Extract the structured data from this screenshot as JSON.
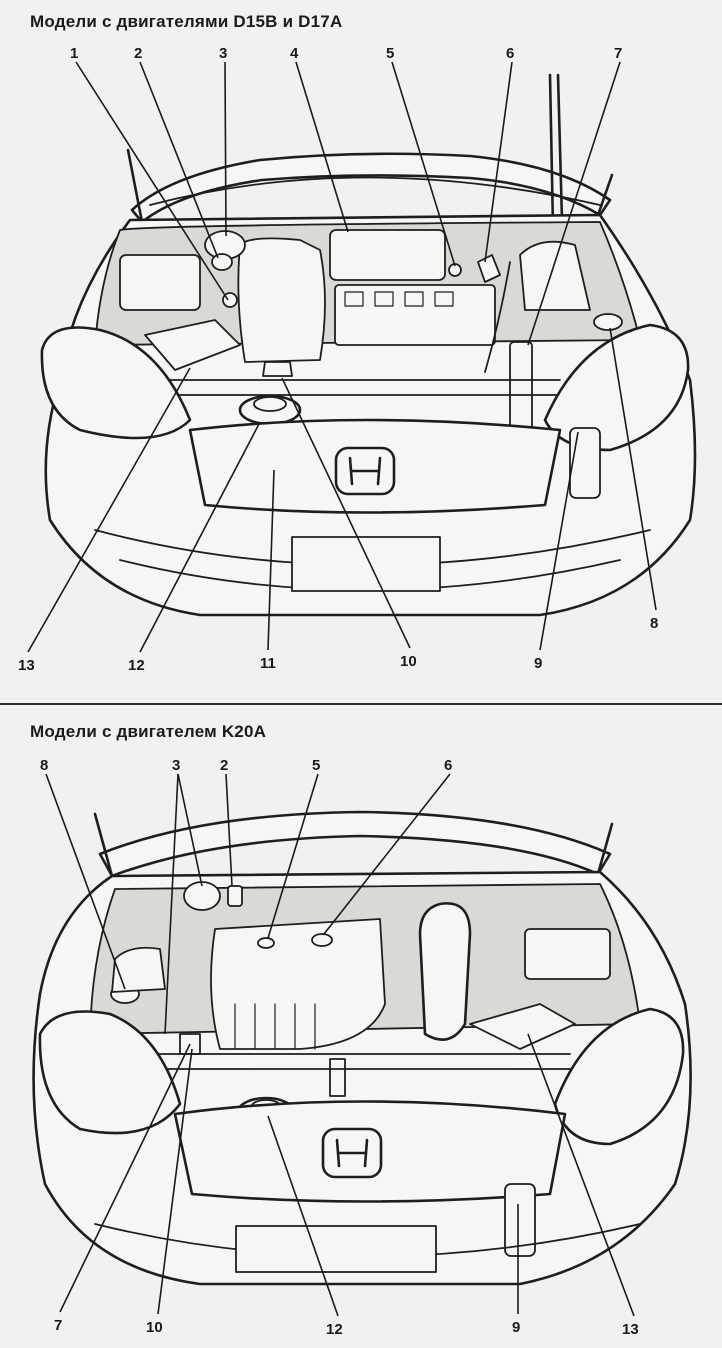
{
  "sections": [
    {
      "title": "Модели с двигателями D15B и D17A",
      "callouts": [
        "1",
        "2",
        "3",
        "4",
        "5",
        "6",
        "7",
        "8",
        "9",
        "10",
        "11",
        "12",
        "13"
      ]
    },
    {
      "title": "Модели с двигателем K20A",
      "callouts": [
        "8",
        "3",
        "2",
        "5",
        "6",
        "7",
        "10",
        "12",
        "9",
        "13"
      ]
    }
  ]
}
